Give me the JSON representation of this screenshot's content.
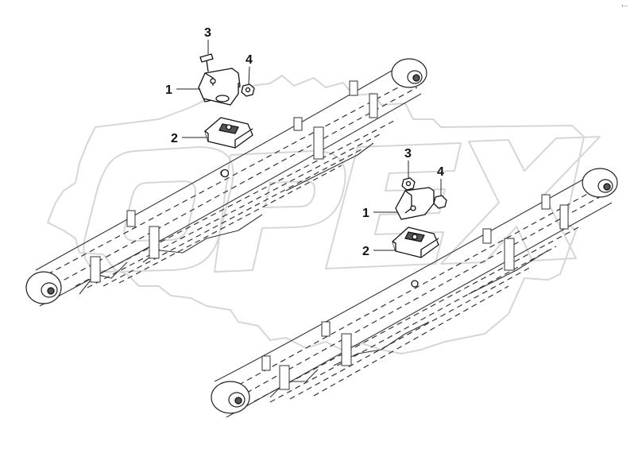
{
  "watermark": {
    "text": "OPEX",
    "stroke_color": "#d6d6d6"
  },
  "corner_mark": "•—",
  "callouts": [
    {
      "id": "upper-3",
      "label": "3"
    },
    {
      "id": "upper-4",
      "label": "4"
    },
    {
      "id": "upper-1",
      "label": "1"
    },
    {
      "id": "upper-2",
      "label": "2"
    },
    {
      "id": "lower-3",
      "label": "3"
    },
    {
      "id": "lower-4",
      "label": "4"
    },
    {
      "id": "lower-1",
      "label": "1"
    },
    {
      "id": "lower-2",
      "label": "2"
    }
  ],
  "colors": {
    "line": "#222222",
    "background": "#ffffff",
    "part_fill": "#ffffff"
  }
}
